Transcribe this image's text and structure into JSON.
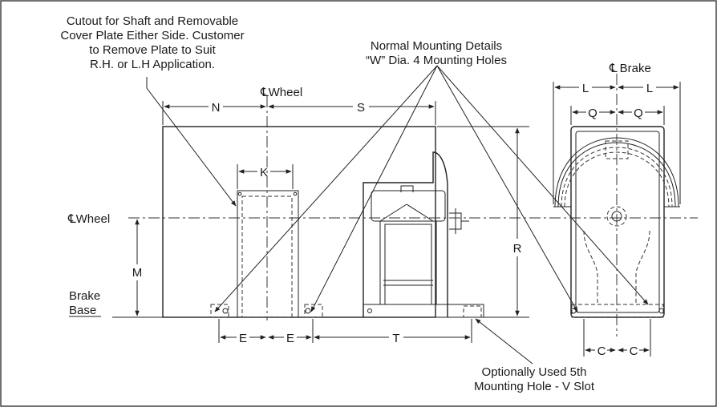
{
  "notes": {
    "cutout": [
      "Cutout for Shaft and Removable",
      "Cover Plate Either Side. Customer",
      "to Remove Plate to Suit",
      "R.H. or L.H Application."
    ],
    "mounting": [
      "Normal Mounting Details",
      "“W” Dia. 4 Mounting Holes"
    ],
    "fifth_hole": [
      "Optionally Used 5th",
      "Mounting Hole - V Slot"
    ]
  },
  "centerlines": {
    "cl_symbol": "℄",
    "wheel_top": "Wheel",
    "wheel_side": "Wheel",
    "brake": "Brake"
  },
  "labels": {
    "brake_base": [
      "Brake",
      "Base"
    ]
  },
  "dimensions": {
    "N": "N",
    "S": "S",
    "K": "K",
    "M": "M",
    "R": "R",
    "E1": "E",
    "E2": "E",
    "T": "T",
    "L1": "L",
    "L2": "L",
    "Q1": "Q",
    "Q2": "Q",
    "C1": "C",
    "C2": "C"
  }
}
